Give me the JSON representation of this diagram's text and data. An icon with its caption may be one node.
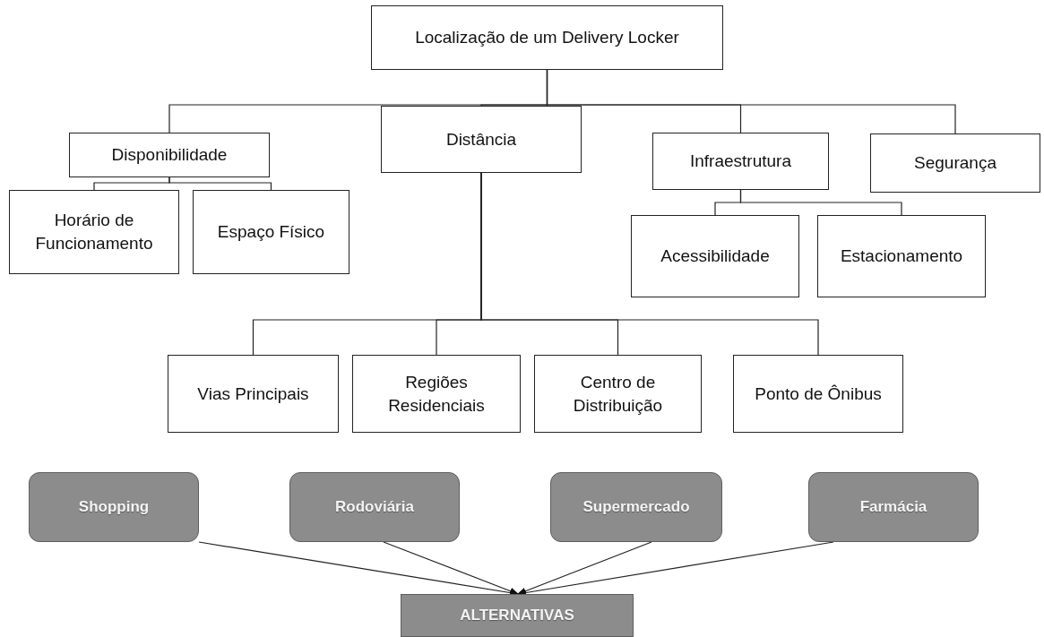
{
  "diagram": {
    "nodes": [
      {
        "text": [
          "Localização de um Delivery Locker"
        ]
      },
      {
        "text": [
          "Disponibilidade"
        ]
      },
      {
        "text": [
          "Distância"
        ]
      },
      {
        "text": [
          "Infraestrutura"
        ]
      },
      {
        "text": [
          "Segurança"
        ]
      },
      {
        "text": [
          "Horário de Funcionamento"
        ]
      },
      {
        "text": [
          "Espaço Físico"
        ]
      },
      {
        "text": [
          "Acessibilidade"
        ]
      },
      {
        "text": [
          "Estacionamento"
        ]
      },
      {
        "text": [
          "Vias Principais"
        ]
      },
      {
        "text": [
          "Regiões Residenciais"
        ]
      },
      {
        "text": [
          "Centro de Distribuição"
        ]
      },
      {
        "text": [
          "Ponto de Ônibus"
        ]
      },
      {
        "text": [
          "Shopping"
        ]
      },
      {
        "text": [
          "Rodoviária"
        ]
      },
      {
        "text": [
          "Supermercado"
        ]
      },
      {
        "text": [
          "Farmácia"
        ]
      },
      {
        "text": [
          "ALTERNATIVAS"
        ]
      }
    ],
    "edges": [
      {
        "from": 0,
        "to": 1,
        "arrow": "none"
      },
      {
        "from": 0,
        "to": 2,
        "arrow": "none"
      },
      {
        "from": 0,
        "to": 3,
        "arrow": "none"
      },
      {
        "from": 0,
        "to": 4,
        "arrow": "none"
      },
      {
        "from": 1,
        "to": 5,
        "arrow": "none"
      },
      {
        "from": 1,
        "to": 6,
        "arrow": "none"
      },
      {
        "from": 3,
        "to": 7,
        "arrow": "none"
      },
      {
        "from": 3,
        "to": 8,
        "arrow": "none"
      },
      {
        "from": 2,
        "to": 9,
        "arrow": "none"
      },
      {
        "from": 2,
        "to": 10,
        "arrow": "none"
      },
      {
        "from": 2,
        "to": 11,
        "arrow": "none"
      },
      {
        "from": 2,
        "to": 12,
        "arrow": "none"
      },
      {
        "from": 13,
        "to": 17,
        "arrow": "to"
      },
      {
        "from": 14,
        "to": 17,
        "arrow": "to"
      },
      {
        "from": 15,
        "to": 17,
        "arrow": "to"
      },
      {
        "from": 16,
        "to": 17,
        "arrow": "to"
      }
    ]
  }
}
